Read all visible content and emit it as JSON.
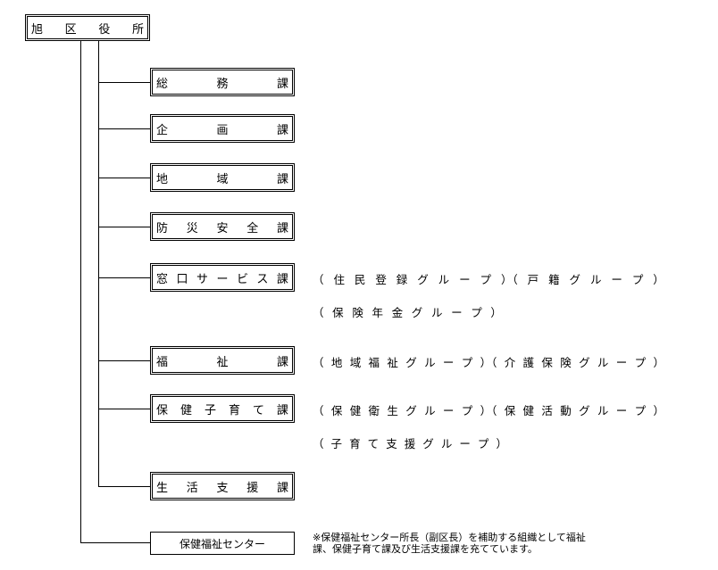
{
  "root": {
    "label": [
      "旭",
      "区",
      "役",
      "所"
    ]
  },
  "divisions": [
    {
      "id": "soumu",
      "label": [
        "総",
        "務",
        "課"
      ]
    },
    {
      "id": "kikaku",
      "label": [
        "企",
        "画",
        "課"
      ]
    },
    {
      "id": "chiiki",
      "label": [
        "地",
        "域",
        "課"
      ]
    },
    {
      "id": "bousai",
      "label": [
        "防",
        "災",
        "安",
        "全",
        "課"
      ]
    },
    {
      "id": "madoguchi",
      "label": [
        "窓",
        "口",
        "サ",
        "ー",
        "ビ",
        "ス",
        "課"
      ],
      "notes": [
        [
          "（",
          "住",
          "民",
          "登",
          "録",
          "グ",
          "ル",
          "ー",
          "プ",
          "）（",
          "戸",
          "籍",
          "グ",
          "ル",
          "ー",
          "プ",
          "）"
        ],
        [
          "（",
          "保",
          "険",
          "年",
          "金",
          "グ",
          "ル",
          "ー",
          "プ",
          "）"
        ]
      ]
    },
    {
      "id": "fukushi",
      "label": [
        "福",
        "祉",
        "課"
      ],
      "notes": [
        [
          "（",
          "地",
          "域",
          "福",
          "祉",
          "グ",
          "ル",
          "ー",
          "プ",
          "）（",
          "介",
          "護",
          "保",
          "険",
          "グ",
          "ル",
          "ー",
          "プ",
          "）"
        ]
      ]
    },
    {
      "id": "hoken",
      "label": [
        "保",
        "健",
        "子",
        "育",
        "て",
        "課"
      ],
      "notes": [
        [
          "（",
          "保",
          "健",
          "衛",
          "生",
          "グ",
          "ル",
          "ー",
          "プ",
          "）（",
          "保",
          "健",
          "活",
          "動",
          "グ",
          "ル",
          "ー",
          "プ",
          "）"
        ],
        [
          "（",
          "子",
          "育",
          "て",
          "支",
          "援",
          "グ",
          "ル",
          "ー",
          "プ",
          "）"
        ]
      ]
    },
    {
      "id": "seikatsu",
      "label": [
        "生",
        "活",
        "支",
        "援",
        "課"
      ]
    }
  ],
  "center": {
    "label": "保健福祉センター",
    "note": [
      "※保健福祉センター所長（副区長）を補助する組織として福祉",
      "課、保健子育て課及び生活支援課を充てています。"
    ]
  }
}
